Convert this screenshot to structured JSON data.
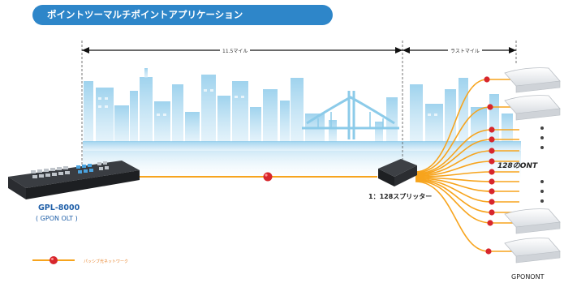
{
  "header": {
    "title": "ポイントツーマルチポイントアプリケーション"
  },
  "distances": {
    "main_label": "11.5マイル",
    "last_mile_label": "ラストマイル"
  },
  "olt": {
    "model": "GPL-8000",
    "type": "( GPON OLT )"
  },
  "splitter": {
    "label": "1：128スプリッター"
  },
  "ont": {
    "count_label": "128のONT",
    "name": "GPONONT"
  },
  "legend": {
    "label": "パッシブ光ネットワーク"
  },
  "colors": {
    "header_bg": "#2e86c9",
    "fiber": "#f7a41d",
    "connector": "#d7262c",
    "skyline": "#7fc4e8",
    "olt_text": "#1f5fa8"
  }
}
